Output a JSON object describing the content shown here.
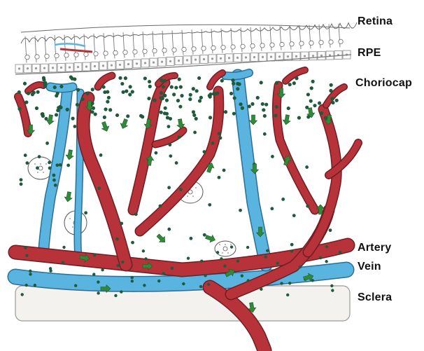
{
  "labels": {
    "retina": "Retina",
    "rpe": "RPE",
    "choriocap": "Choriocap",
    "artery": "Artery",
    "vein": "Vein",
    "sclera": "Sclera"
  },
  "colors": {
    "artery": "#b8323a",
    "artery_outline": "#6e1f24",
    "vein": "#5ab4e0",
    "vein_outline": "#2a6f96",
    "dot": "#1f5a3c",
    "arrow": "#2f8a3a",
    "sclera_fill": "#f4f2ee",
    "cell_fill": "#fbfbfb",
    "cell_outline": "#8a8a8a",
    "retina_line": "#6a6a6a"
  }
}
